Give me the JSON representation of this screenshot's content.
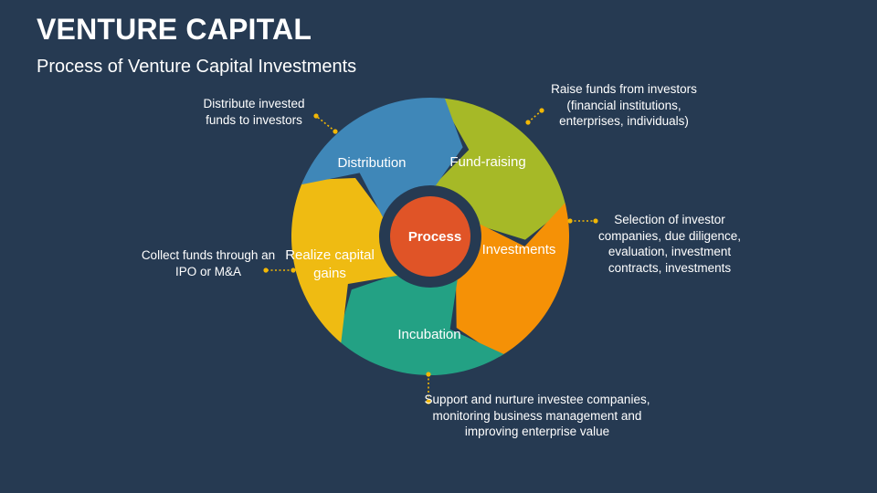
{
  "header": {
    "title": "VENTURE CAPITAL",
    "subtitle": "Process of Venture Capital Investments"
  },
  "diagram": {
    "center_label": "Process",
    "center_color": "#e05427",
    "connector_color": "#f2b705",
    "steps": [
      {
        "label": "Fund-raising",
        "color": "#a6b927",
        "description": "Raise funds from investors (financial institutions, enterprises, individuals)"
      },
      {
        "label": "Investments",
        "color": "#f59106",
        "description": "Selection of investor companies, due diligence, evaluation, investment contracts, investments"
      },
      {
        "label": "Incubation",
        "color": "#23a184",
        "description": "Support and nurture investee companies, monitoring business management and improving enterprise value"
      },
      {
        "label": "Realize capital gains",
        "color": "#efbb12",
        "description": "Collect funds through an IPO or M&A"
      },
      {
        "label": "Distribution",
        "color": "#3f87b8",
        "description": "Distribute invested funds to investors"
      }
    ]
  }
}
